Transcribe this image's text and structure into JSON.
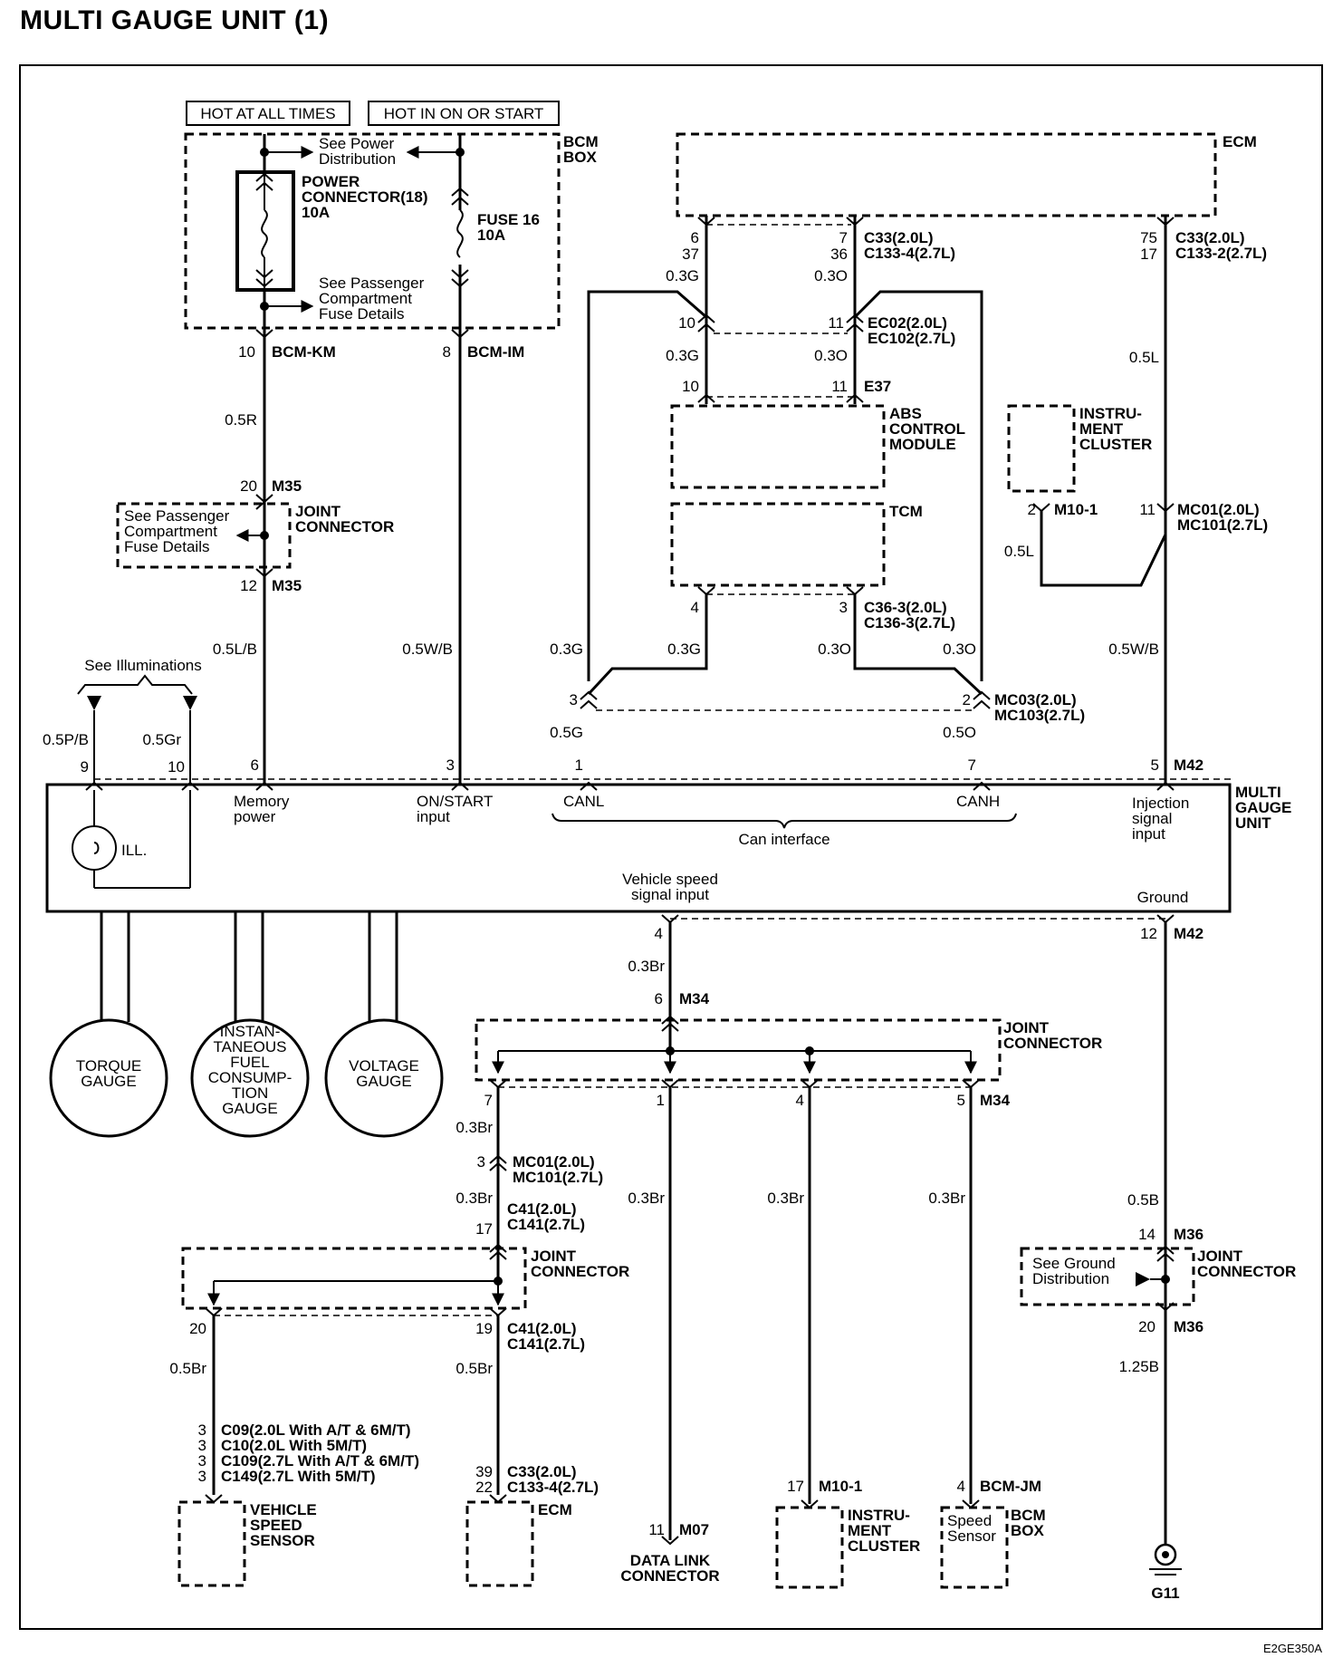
{
  "title": "MULTI GAUGE UNIT (1)",
  "figure_code": "E2GE350A",
  "header_tags": [
    "HOT AT ALL TIMES",
    "HOT IN ON OR START"
  ],
  "labels": {
    "bcm_box": "BCM\nBOX",
    "see_power_dist": "See Power\nDistribution",
    "power_connector": "POWER\nCONNECTOR(18)\n10A",
    "fuse16": "FUSE 16\n10A",
    "see_pass_fuse_top": "See Passenger\nCompartment\nFuse Details",
    "pin10_bcmkm": "10",
    "bcm_km": "BCM-KM",
    "pin8_bcmim": "8",
    "bcm_im": "BCM-IM",
    "w05R": "0.5R",
    "pin20_m35": "20",
    "m35_a": "M35",
    "see_pass_fuse_mid": "See Passenger\nCompartment\nFuse Details",
    "joint_connector_1": "JOINT\nCONNECTOR",
    "pin12_m35": "12",
    "m35_b": "M35",
    "w05LB": "0.5L/B",
    "w05WB_a": "0.5W/B",
    "see_illum": "See Illuminations",
    "w05PB": "0.5P/B",
    "w05Gr": "0.5Gr",
    "ecm_top": "ECM",
    "c33_pin6": "6",
    "c33_pin37": "37",
    "c33_pin7": "7",
    "c33_pin36": "36",
    "c33_label": "C33(2.0L)\nC133-4(2.7L)",
    "ecm_pin75": "75",
    "ecm_pin17": "17",
    "c33b_label": "C33(2.0L)\nC133-2(2.7L)",
    "w03G_a": "0.3G",
    "w03O_a": "0.3O",
    "ec02_pin10": "10",
    "ec02_pin11": "11",
    "ec02_label": "EC02(2.0L)\nEC102(2.7L)",
    "w03G_b": "0.3G",
    "w03O_b": "0.3O",
    "w05L_a": "0.5L",
    "e37_pin10": "10",
    "e37_pin11": "11",
    "e37": "E37",
    "abs_module": "ABS\nCONTROL\nMODULE",
    "instr_cluster_top": "INSTRU-\nMENT\nCLUSTER",
    "m101_pin2": "2",
    "m101": "M10-1",
    "mc01_pin11": "11",
    "mc01_label": "MC01(2.0L)\nMC101(2.7L)",
    "tcm": "TCM",
    "w05L_b": "0.5L",
    "c363_pin4": "4",
    "c363_pin3": "3",
    "c363_label": "C36-3(2.0L)\nC136-3(2.7L)",
    "w03G_c": "0.3G",
    "w03G_d": "0.3G",
    "w03O_c": "0.3O",
    "w03O_d": "0.3O",
    "w05WB_b": "0.5W/B",
    "mc03_pin3": "3",
    "mc03_pin2": "2",
    "mc03_label": "MC03(2.0L)\nMC103(2.7L)",
    "w05G": "0.5G",
    "w05O": "0.5O",
    "mgu_pin9": "9",
    "mgu_pin10": "10",
    "mgu_pin6": "6",
    "mgu_pin3": "3",
    "mgu_pin1": "1",
    "mgu_pin7": "7",
    "mgu_pin5": "5",
    "m42_a": "M42",
    "mgu_label": "MULTI\nGAUGE\nUNIT",
    "memory_power": "Memory\npower",
    "on_start_input": "ON/START\ninput",
    "canl": "CANL",
    "canh": "CANH",
    "can_interface": "Can interface",
    "injection_input": "Injection\nsignal\ninput",
    "ill": "ILL.",
    "vss_input": "Vehicle speed\nsignal input",
    "ground": "Ground",
    "mgu_pin4": "4",
    "mgu_pin12": "12",
    "m42_b": "M42",
    "w03Br_a": "0.3Br",
    "m34_pin6": "6",
    "m34_a": "M34",
    "joint_connector_2": "JOINT\nCONNECTOR",
    "torque_gauge": "TORQUE\nGAUGE",
    "fuel_gauge": "INSTAN-\nTANEOUS\nFUEL\nCONSUMP-\nTION\nGAUGE",
    "voltage_gauge": "VOLTAGE\nGAUGE",
    "m34_pin7": "7",
    "m34_pin1": "1",
    "m34_pin4": "4",
    "m34_pin5": "5",
    "m34_b": "M34",
    "w03Br_b": "0.3Br",
    "mc01b_pin3": "3",
    "mc01b_label": "MC01(2.0L)\nMC101(2.7L)",
    "w03Br_c": "0.3Br",
    "w03Br_d": "0.3Br",
    "w03Br_e": "0.3Br",
    "w03Br_f": "0.3Br",
    "c41_pin17": "17",
    "c41_label_a": "C41(2.0L)\nC141(2.7L)",
    "joint_connector_3": "JOINT\nCONNECTOR",
    "w05B": "0.5B",
    "m36_pin14": "14",
    "m36_a": "M36",
    "see_ground": "See Ground\nDistribution",
    "joint_connector_4": "JOINT\nCONNECTOR",
    "pin20_left": "20",
    "c41_pin19": "19",
    "c41_label_b": "C41(2.0L)\nC141(2.7L)",
    "m36_pin20": "20",
    "m36_b": "M36",
    "w05Br_a": "0.5Br",
    "w05Br_b": "0.5Br",
    "w125B": "1.25B",
    "vss_pins": "3\n3\n3\n3",
    "vss_conn": "C09(2.0L With A/T & 6M/T)\nC10(2.0L With 5M/T)\nC109(2.7L With A/T & 6M/T)\nC149(2.7L With 5M/T)",
    "ecm_bot_pins": "39\n22",
    "ecm_bot_conn": "C33(2.0L)\nC133-4(2.7L)",
    "m101b_pin17": "17",
    "m101b": "M10-1",
    "bcmjm_pin4": "4",
    "bcm_jm": "BCM-JM",
    "vss_label": "VEHICLE\nSPEED\nSENSOR",
    "ecm_bot": "ECM",
    "m07_pin11": "11",
    "m07": "M07",
    "dlc": "DATA LINK\nCONNECTOR",
    "instr_cluster_bot": "INSTRU-\nMENT\nCLUSTER",
    "speed_sensor": "Speed\nSensor",
    "bcm_box_bot": "BCM\nBOX",
    "g11": "G11"
  },
  "icons": [
    "fuse-icon",
    "connector-chevron-icon",
    "ground-icon",
    "illumination-lamp-icon",
    "arrow-icon",
    "splice-dot-icon"
  ]
}
